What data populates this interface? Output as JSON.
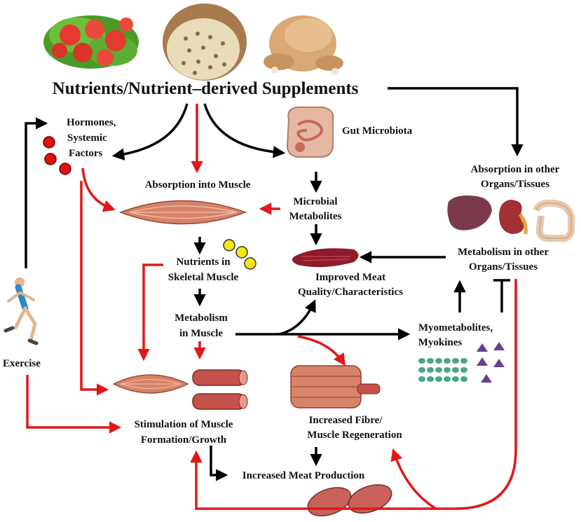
{
  "title": "Nutrients/Nutrient–derived Supplements",
  "labels": {
    "hormones": [
      "Hormones,",
      "Systemic",
      "Factors"
    ],
    "gut_microbiota": "Gut Microbiota",
    "absorption_muscle": "Absorption into Muscle",
    "microbial_metabolites": [
      "Microbial",
      "Metabolites"
    ],
    "absorption_other": [
      "Absorption in other",
      "Organs/Tissues"
    ],
    "nutrients_in_muscle": [
      "Nutrients in",
      "Skeletal Muscle"
    ],
    "improved_meat": [
      "Improved Meat",
      "Quality/Characteristics"
    ],
    "metabolism_other": [
      "Metabolism in other",
      "Organs/Tissues"
    ],
    "metabolism_muscle": [
      "Metabolism",
      "in Muscle"
    ],
    "myometabolites": [
      "Myometabolites,",
      "Myokines"
    ],
    "exercise": "Exercise",
    "stimulation": [
      "Stimulation of Muscle",
      "Formation/Growth"
    ],
    "increased_fibre": [
      "Increased Fibre/",
      "Muscle Regeneration"
    ],
    "increased_production": "Increased Meat Production"
  },
  "colors": {
    "black_arrow": "#000000",
    "red_arrow": "#e01818",
    "muscle": "#d9826a",
    "meat": "#8e1a2a",
    "hormone_dot": "#e01010",
    "nutrient_dot": "#f5e614",
    "myokine_triangle": "#6a3d8f",
    "myometabolite_chain": "#4aa58a"
  },
  "icons": [
    "salad-icon",
    "bread-icon",
    "roast-chicken-icon",
    "intestine-icon",
    "liver-icon",
    "kidney-icon",
    "colon-icon",
    "muscle-icon",
    "meat-icon",
    "muscle-fibre-icon",
    "runner-icon"
  ]
}
